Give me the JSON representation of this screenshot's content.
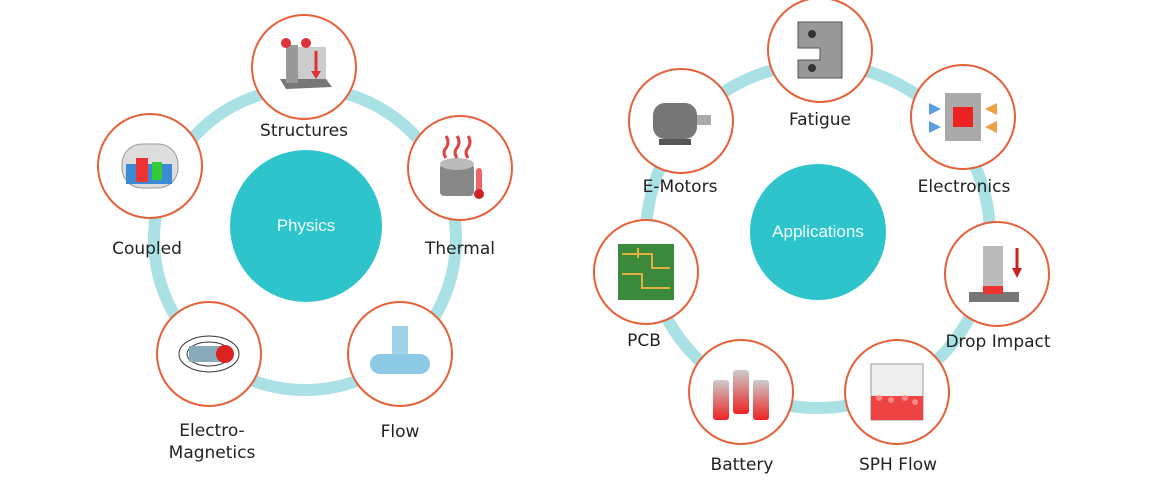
{
  "physics": {
    "hub": "Physics",
    "nodes": [
      "Structures",
      "Thermal",
      "Flow",
      "Electro-",
      "Magnetics",
      "Coupled"
    ]
  },
  "applications": {
    "hub": "Applications",
    "nodes": [
      "Fatigue",
      "Electronics",
      "Drop Impact",
      "SPH Flow",
      "Battery",
      "PCB",
      "E-Motors"
    ]
  },
  "colors": {
    "ring": "#a9e1e4",
    "hub": "#2dc5cb",
    "node_border": "#e6603a"
  }
}
